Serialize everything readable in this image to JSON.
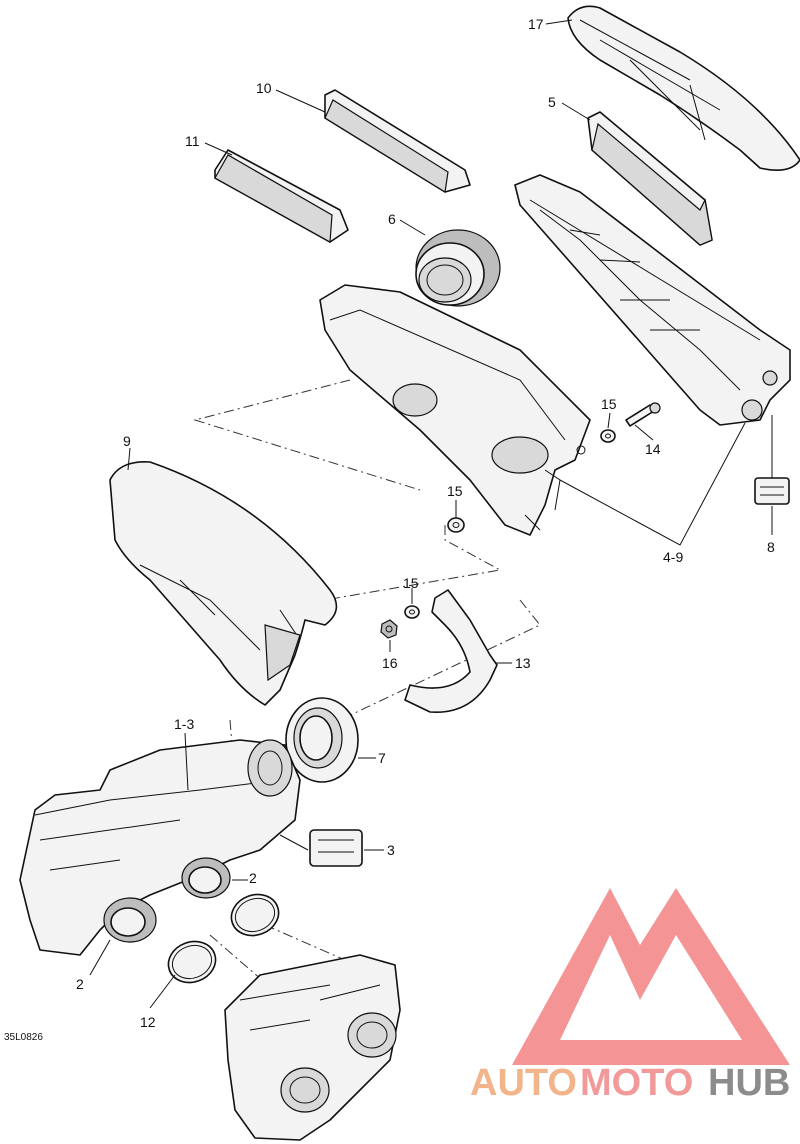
{
  "figure_code": "35L0826",
  "callouts": {
    "p17": "17",
    "p10": "10",
    "p5": "5",
    "p11": "11",
    "p6": "6",
    "p15a": "15",
    "p14": "14",
    "p9": "9",
    "p15b": "15",
    "p8": "8",
    "p4_9": "4-9",
    "p15c": "15",
    "p16": "16",
    "p13": "13",
    "p1_3": "1-3",
    "p7": "7",
    "p3": "3",
    "p2a": "2",
    "p2b": "2",
    "p12": "12"
  },
  "watermark": {
    "part1": "AUTO",
    "part2": "MOTO",
    "part3": "HUB",
    "color_auto": "#f2b48a",
    "color_moto": "#f29a9a",
    "color_hub": "#8c8c8c",
    "logo_color": "#f07070"
  }
}
